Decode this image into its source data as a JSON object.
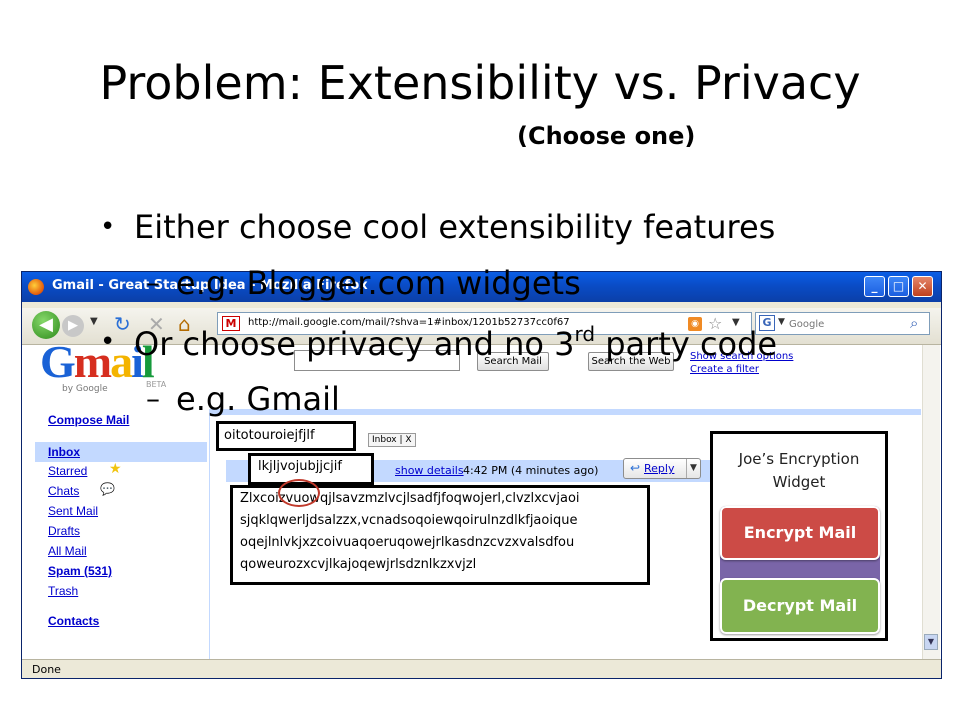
{
  "slide": {
    "title": "Problem: Extensibility vs. Privacy",
    "subtitle": "(Choose one)",
    "bullets": [
      {
        "text": "Either choose cool extensibility features"
      },
      {
        "text": "e.g. Blogger.com widgets"
      },
      {
        "text_before": "Or choose privacy and no 3",
        "superscript": "rd",
        "text_after": " party code"
      },
      {
        "text": "e.g. Gmail"
      }
    ]
  },
  "browser": {
    "window_title": "Gmail - Great Startup Idea - Mozilla Firefox",
    "url": "http://mail.google.com/mail/?shva=1#inbox/1201b52737cc0f67",
    "search_placeholder": "Google",
    "search_engine_letter": "G",
    "status": "Done"
  },
  "gmail": {
    "logo_letters": [
      "G",
      "m",
      "a",
      "i",
      "l"
    ],
    "logo_colors": [
      "#1a62d6",
      "#d62e1f",
      "#f4b400",
      "#1a62d6",
      "#169a3b"
    ],
    "by_google": "by Google",
    "beta": "BETA",
    "search_mail_button": "Search Mail",
    "search_web_button": "Search the Web",
    "show_search_options": "Show search options",
    "create_filter": "Create a filter",
    "nav": {
      "compose": "Compose Mail",
      "inbox": "Inbox",
      "starred": "Starred",
      "chats": "Chats",
      "sent": "Sent Mail",
      "drafts": "Drafts",
      "all_mail": "All Mail",
      "spam": "Spam (531)",
      "trash": "Trash",
      "contacts": "Contacts"
    },
    "inbox_label": "Inbox | X",
    "show_details": "show details",
    "time": "4:42 PM (4 minutes ago)",
    "reply": "Reply"
  },
  "overlay": {
    "subject": "oitotouroiejfjlf",
    "sender": "lkjljvojubjjcjif",
    "body_lines": [
      "Zlxcoizvuowqjlsavzmzlvcjlsadfjfoqwojerl,clvzlxcvjaoi",
      "sjqklqwerljdsalzzx,vcnadsoqoiewqoirulnzdlkfjaoique",
      "oqejlnlvkjxzcoivuaqoeruqowejrlkasdnzcvzxvalsdfou",
      "qoweurozxcvjlkajoqewjrlsdznlkzxvjzl"
    ]
  },
  "widget": {
    "title": "Joe’s Encryption Widget",
    "encrypt": "Encrypt Mail",
    "decrypt": "Decrypt Mail",
    "encrypt_color": "#cc4b46",
    "decrypt_color": "#82b350",
    "stack_color": "#7a65a8"
  }
}
